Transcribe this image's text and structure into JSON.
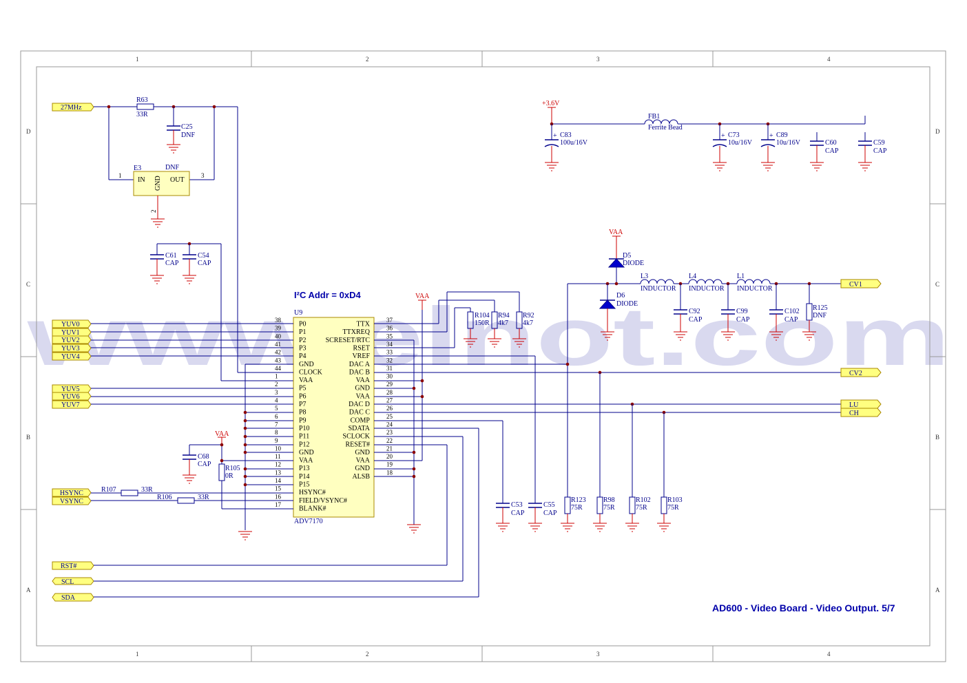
{
  "title": "AD600 - Video Board - Video Output. 5/7",
  "i2c_label": "I²C Addr = 0xD4",
  "border": {
    "cols": [
      "1",
      "2",
      "3",
      "4"
    ],
    "rows": [
      "D",
      "C",
      "B",
      "A"
    ]
  },
  "watermark": "www.elnot.com",
  "chip": {
    "ref": "U9",
    "part": "ADV7170",
    "left_pins": [
      {
        "num": "38",
        "name": "P0"
      },
      {
        "num": "39",
        "name": "P1"
      },
      {
        "num": "40",
        "name": "P2"
      },
      {
        "num": "41",
        "name": "P3"
      },
      {
        "num": "42",
        "name": "P4"
      },
      {
        "num": "43",
        "name": "GND"
      },
      {
        "num": "44",
        "name": "CLOCK"
      },
      {
        "num": "1",
        "name": "VAA"
      },
      {
        "num": "2",
        "name": "P5"
      },
      {
        "num": "3",
        "name": "P6"
      },
      {
        "num": "4",
        "name": "P7"
      },
      {
        "num": "5",
        "name": "P8"
      },
      {
        "num": "6",
        "name": "P9"
      },
      {
        "num": "7",
        "name": "P10"
      },
      {
        "num": "8",
        "name": "P11"
      },
      {
        "num": "9",
        "name": "P12"
      },
      {
        "num": "10",
        "name": "GND"
      },
      {
        "num": "11",
        "name": "VAA"
      },
      {
        "num": "12",
        "name": "P13"
      },
      {
        "num": "13",
        "name": "P14"
      },
      {
        "num": "14",
        "name": "P15"
      },
      {
        "num": "15",
        "name": "HSYNC#"
      },
      {
        "num": "16",
        "name": "FIELD/VSYNC#"
      },
      {
        "num": "17",
        "name": "BLANK#"
      }
    ],
    "right_pins": [
      {
        "num": "37",
        "name": "TTX"
      },
      {
        "num": "36",
        "name": "TTXREQ"
      },
      {
        "num": "35",
        "name": "SCRESET/RTC"
      },
      {
        "num": "34",
        "name": "RSET"
      },
      {
        "num": "33",
        "name": "VREF"
      },
      {
        "num": "32",
        "name": "DAC A"
      },
      {
        "num": "31",
        "name": "DAC B"
      },
      {
        "num": "30",
        "name": "VAA"
      },
      {
        "num": "29",
        "name": "GND"
      },
      {
        "num": "28",
        "name": "VAA"
      },
      {
        "num": "27",
        "name": "DAC D"
      },
      {
        "num": "26",
        "name": "DAC C"
      },
      {
        "num": "25",
        "name": "COMP"
      },
      {
        "num": "24",
        "name": "SDATA"
      },
      {
        "num": "23",
        "name": "SCLOCK"
      },
      {
        "num": "22",
        "name": "RESET#"
      },
      {
        "num": "21",
        "name": "GND"
      },
      {
        "num": "20",
        "name": "VAA"
      },
      {
        "num": "19",
        "name": "GND"
      },
      {
        "num": "18",
        "name": "ALSB"
      }
    ]
  },
  "ports": {
    "clk": "27MHz",
    "yuv0": "YUV0",
    "yuv1": "YUV1",
    "yuv2": "YUV2",
    "yuv3": "YUV3",
    "yuv4": "YUV4",
    "yuv5": "YUV5",
    "yuv6": "YUV6",
    "yuv7": "YUV7",
    "hsync": "HSYNC",
    "vsync": "VSYNC",
    "rst": "RST#",
    "scl": "SCL",
    "sda": "SDA",
    "cv1": "CV1",
    "cv2": "CV2",
    "lu": "LU",
    "ch": "CH"
  },
  "components": {
    "r63": {
      "ref": "R63",
      "val": "33R"
    },
    "c25": {
      "ref": "C25",
      "val": "DNF"
    },
    "e3": {
      "ref": "E3",
      "val": "DNF",
      "in": "IN",
      "gnd": "GND",
      "out": "OUT",
      "p1": "1",
      "p2": "2",
      "p3": "3"
    },
    "c61": {
      "ref": "C61",
      "val": "CAP"
    },
    "c54": {
      "ref": "C54",
      "val": "CAP"
    },
    "c68": {
      "ref": "C68",
      "val": "CAP"
    },
    "r105": {
      "ref": "R105",
      "val": "0R"
    },
    "r107": {
      "ref": "R107",
      "val": "33R"
    },
    "r106": {
      "ref": "R106",
      "val": "33R"
    },
    "r104": {
      "ref": "R104",
      "val": "150R"
    },
    "r94": {
      "ref": "R94",
      "val": "4k7"
    },
    "r92": {
      "ref": "R92",
      "val": "4k7"
    },
    "c53": {
      "ref": "C53",
      "val": "CAP"
    },
    "c55": {
      "ref": "C55",
      "val": "CAP"
    },
    "r123": {
      "ref": "R123",
      "val": "75R"
    },
    "r98": {
      "ref": "R98",
      "val": "75R"
    },
    "r102": {
      "ref": "R102",
      "val": "75R"
    },
    "r103": {
      "ref": "R103",
      "val": "75R"
    },
    "c83": {
      "ref": "C83",
      "val": "100u/16V"
    },
    "fb1": {
      "ref": "FB1",
      "val": "Ferrite Bead"
    },
    "c73": {
      "ref": "C73",
      "val": "10u/16V"
    },
    "c89": {
      "ref": "C89",
      "val": "10u/16V"
    },
    "c60": {
      "ref": "C60",
      "val": "CAP"
    },
    "c59": {
      "ref": "C59",
      "val": "CAP"
    },
    "d5": {
      "ref": "D5",
      "val": "DIODE"
    },
    "d6": {
      "ref": "D6",
      "val": "DIODE"
    },
    "l3": {
      "ref": "L3",
      "val": "INDUCTOR"
    },
    "l4": {
      "ref": "L4",
      "val": "INDUCTOR"
    },
    "l1": {
      "ref": "L1",
      "val": "INDUCTOR"
    },
    "c92": {
      "ref": "C92",
      "val": "CAP"
    },
    "c99": {
      "ref": "C99",
      "val": "CAP"
    },
    "c102": {
      "ref": "C102",
      "val": "CAP"
    },
    "r125": {
      "ref": "R125",
      "val": "DNF"
    }
  },
  "power": {
    "vaa": "VAA",
    "v36": "+3.6V",
    "plus": "+"
  }
}
